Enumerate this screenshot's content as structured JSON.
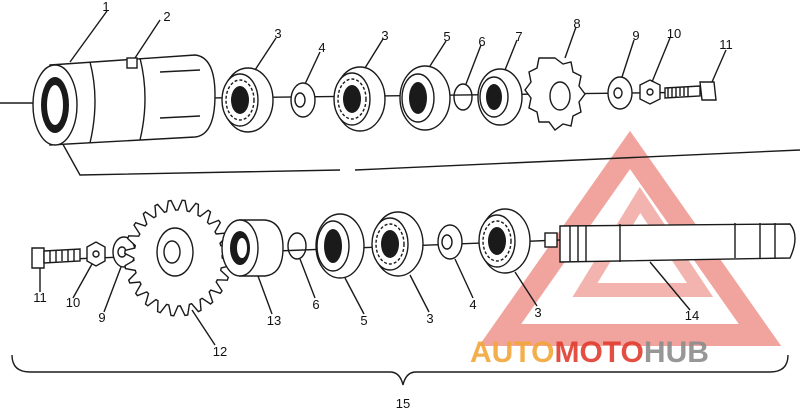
{
  "diagram": {
    "top_callouts": [
      "1",
      "2",
      "3",
      "4",
      "3",
      "5",
      "6",
      "7",
      "8",
      "9",
      "10",
      "11"
    ],
    "bottom_callouts": [
      "11",
      "10",
      "9",
      "12",
      "13",
      "6",
      "5",
      "3",
      "4",
      "3",
      "14"
    ],
    "assembly_callout": "15"
  },
  "watermark": {
    "brand_part1": "AUTO",
    "brand_part2": "MOTO",
    "brand_part3": "HUB",
    "color_red": "#e03c2f",
    "color_orange": "#f2a73b",
    "color_gray": "#8c8c8c"
  }
}
